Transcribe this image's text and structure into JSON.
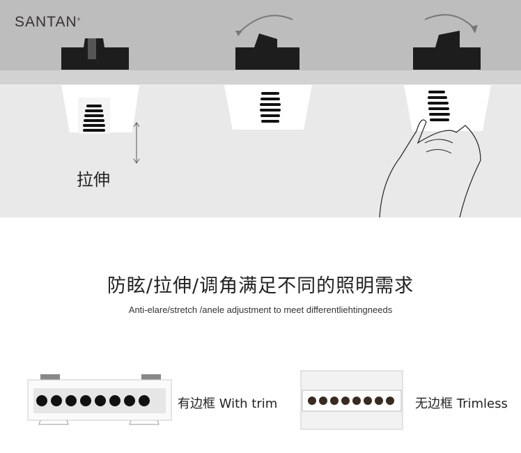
{
  "brand": {
    "logo": "SANTAN",
    "reg": "®"
  },
  "scene": {
    "stretch_label": "拉伸"
  },
  "heading": {
    "title": "防眩/拉伸/调角满足不同的照明需求",
    "subtitle": "Anti-elare/stretch /anele adjustment to meet differentliehtingneeds"
  },
  "variants": [
    {
      "label": "有边框 With trim"
    },
    {
      "label": "无边框 Trimless"
    }
  ],
  "colors": {
    "bg_top": "#bdbdbd",
    "ceiling": "#d2d2d2",
    "wall": "#e9e9e9"
  }
}
